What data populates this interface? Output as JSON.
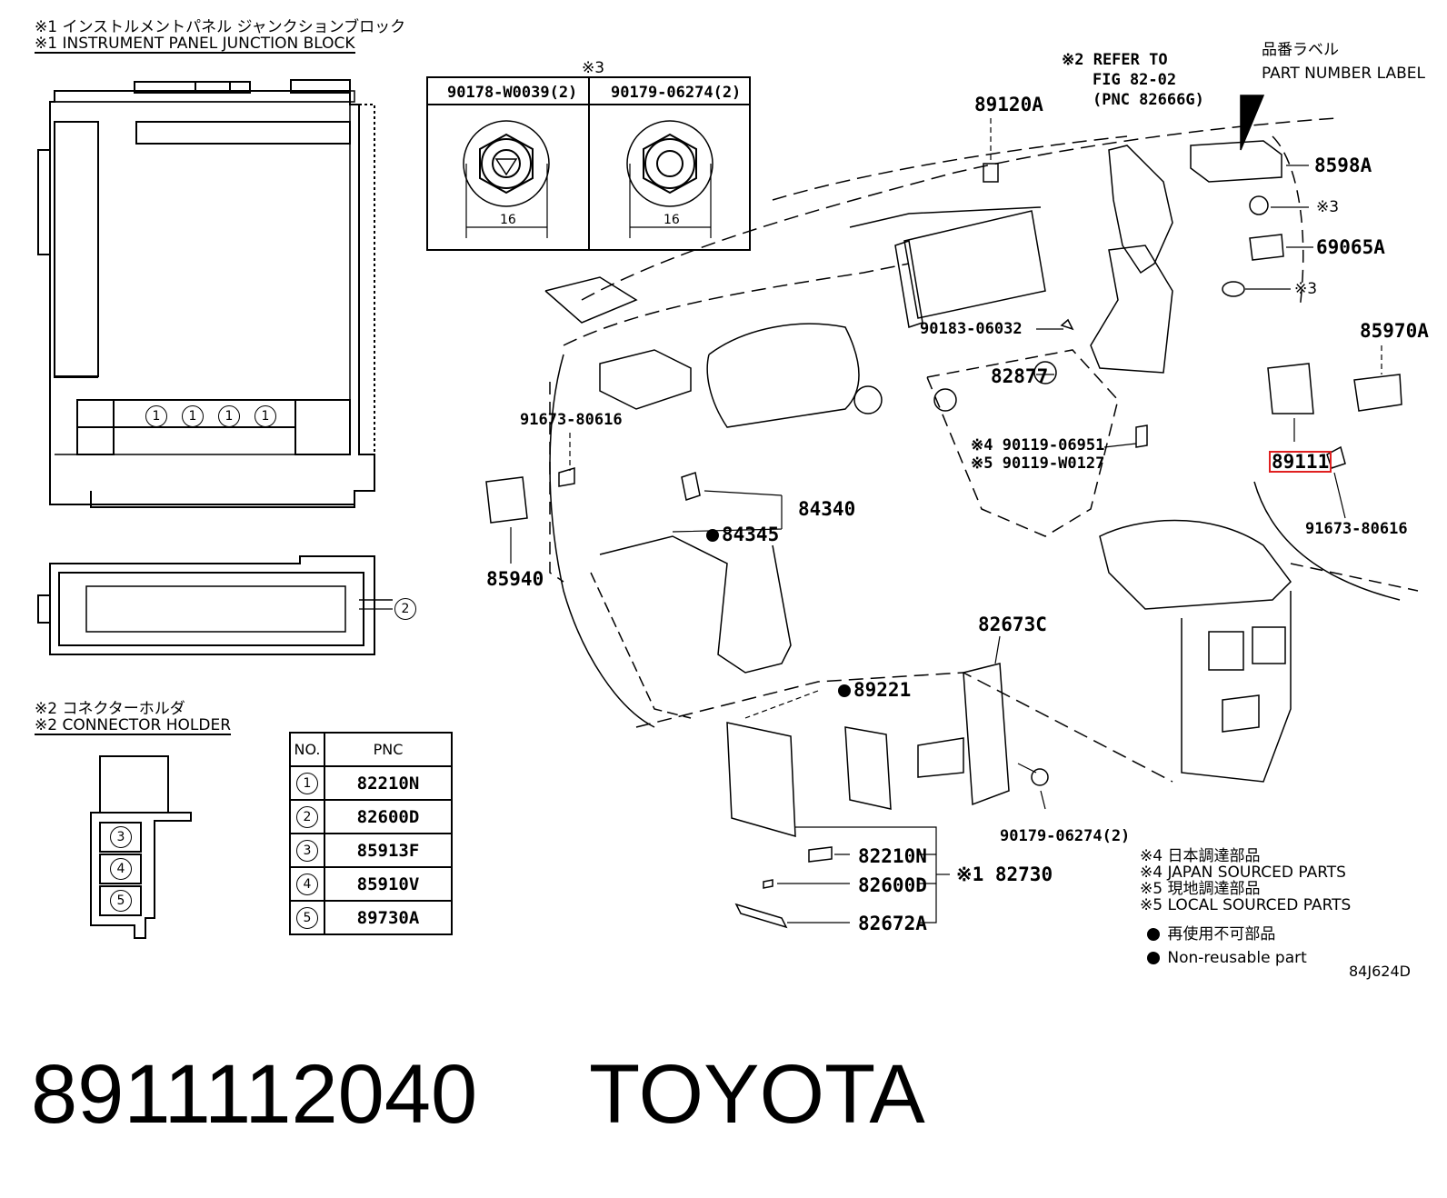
{
  "jb_note": {
    "jp": "※1 インストルメントパネル ジャンクションブロック",
    "en": "※1 INSTRUMENT PANEL JUNCTION BLOCK"
  },
  "jb_markers": [
    "1",
    "1",
    "1",
    "1",
    "2"
  ],
  "nut_table": {
    "mark": "※3",
    "col1": "90178-W0039(2)",
    "col2": "90179-06274(2)",
    "dim1": "16",
    "dim2": "16"
  },
  "holder_note": {
    "jp": "※2 コネクターホルダ",
    "en": "※2 CONNECTOR HOLDER"
  },
  "holder_markers": [
    "3",
    "4",
    "5"
  ],
  "pnc_table": {
    "headers": [
      "NO.",
      "PNC"
    ],
    "rows": [
      {
        "no": "1",
        "pnc": "82210N"
      },
      {
        "no": "2",
        "pnc": "82600D"
      },
      {
        "no": "3",
        "pnc": "85913F"
      },
      {
        "no": "4",
        "pnc": "85910V"
      },
      {
        "no": "5",
        "pnc": "89730A"
      }
    ]
  },
  "callouts": {
    "refer_1": "※2 REFER TO",
    "refer_2": "FIG 82-02",
    "refer_3": "(PNC 82666G)",
    "pnl_jp": "品番ラベル",
    "pnl_en": "PART NUMBER LABEL",
    "p89120A": "89120A",
    "p8598A": "8598A",
    "m3a": "※3",
    "p69065A": "69065A",
    "m3b": "※3",
    "p85970A": "85970A",
    "p90183": "90183-06032",
    "p82877": "82877",
    "p91673a": "91673-80616",
    "p90119_4": "※4 90119-06951",
    "p90119_5": "※5 90119-W0127",
    "p89111": "89111",
    "p91673b": "91673-80616",
    "p84340": "84340",
    "p84345": "84345",
    "p85940": "85940",
    "p82673C": "82673C",
    "p89221": "89221",
    "p90179": "90179-06274(2)",
    "p82210N": "82210N",
    "p82600D": "82600D",
    "p82672A": "82672A",
    "p82730": "※1 82730"
  },
  "legend": {
    "l4jp": "※4 日本調達部品",
    "l4en": "※4 JAPAN SOURCED PARTS",
    "l5jp": "※5 現地調達部品",
    "l5en": "※5 LOCAL SOURCED PARTS",
    "nr_jp": "再使用不可部品",
    "nr_en": "Non-reusable part"
  },
  "figure_code": "84J624D",
  "title": {
    "part_number": "8911112040",
    "brand": "TOYOTA"
  },
  "colors": {
    "highlight": "#e02020",
    "ink": "#000000"
  }
}
